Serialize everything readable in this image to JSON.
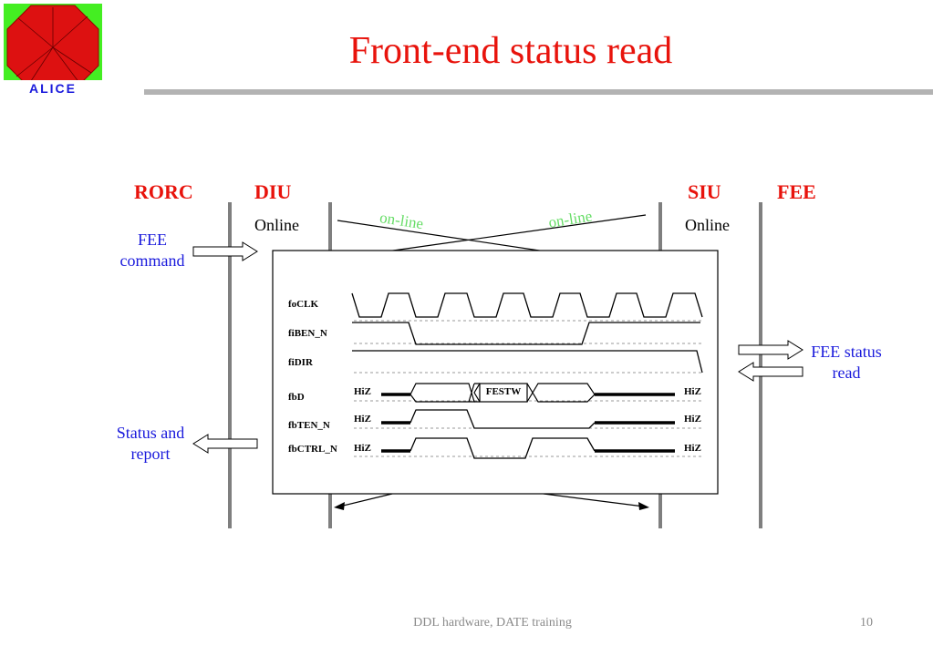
{
  "slide": {
    "title": "Front-end status read",
    "footer": "DDL hardware, DATE training",
    "page_number": "10"
  },
  "logo": {
    "text": "ALICE",
    "colors": {
      "border": "#44ee22",
      "octagon": "#dd1111",
      "text": "#1a1adc"
    }
  },
  "columns": {
    "rorc": "RORC",
    "diu": "DIU",
    "siu": "SIU",
    "fee": "FEE"
  },
  "states": {
    "diu_state": "Online",
    "siu_state": "Online",
    "online_left": "on-line",
    "online_right": "on-line"
  },
  "notes": {
    "fee_command": [
      "FEE",
      "command"
    ],
    "status_and_report": [
      "Status and",
      "report"
    ],
    "fee_status_read": [
      "FEE status",
      "read"
    ]
  },
  "timing": {
    "signals": [
      "foCLK",
      "fiBEN_N",
      "fiDIR",
      "fbD",
      "fbTEN_N",
      "fbCTRL_N"
    ],
    "hiz_label": "HiZ",
    "festw_label": "FESTW"
  },
  "colors": {
    "accent_red": "#e8130c",
    "note_blue": "#1a1adc",
    "online_green": "#66dd66",
    "lane_grey": "#7f7f7f",
    "footer_grey": "#8a8a8a"
  }
}
